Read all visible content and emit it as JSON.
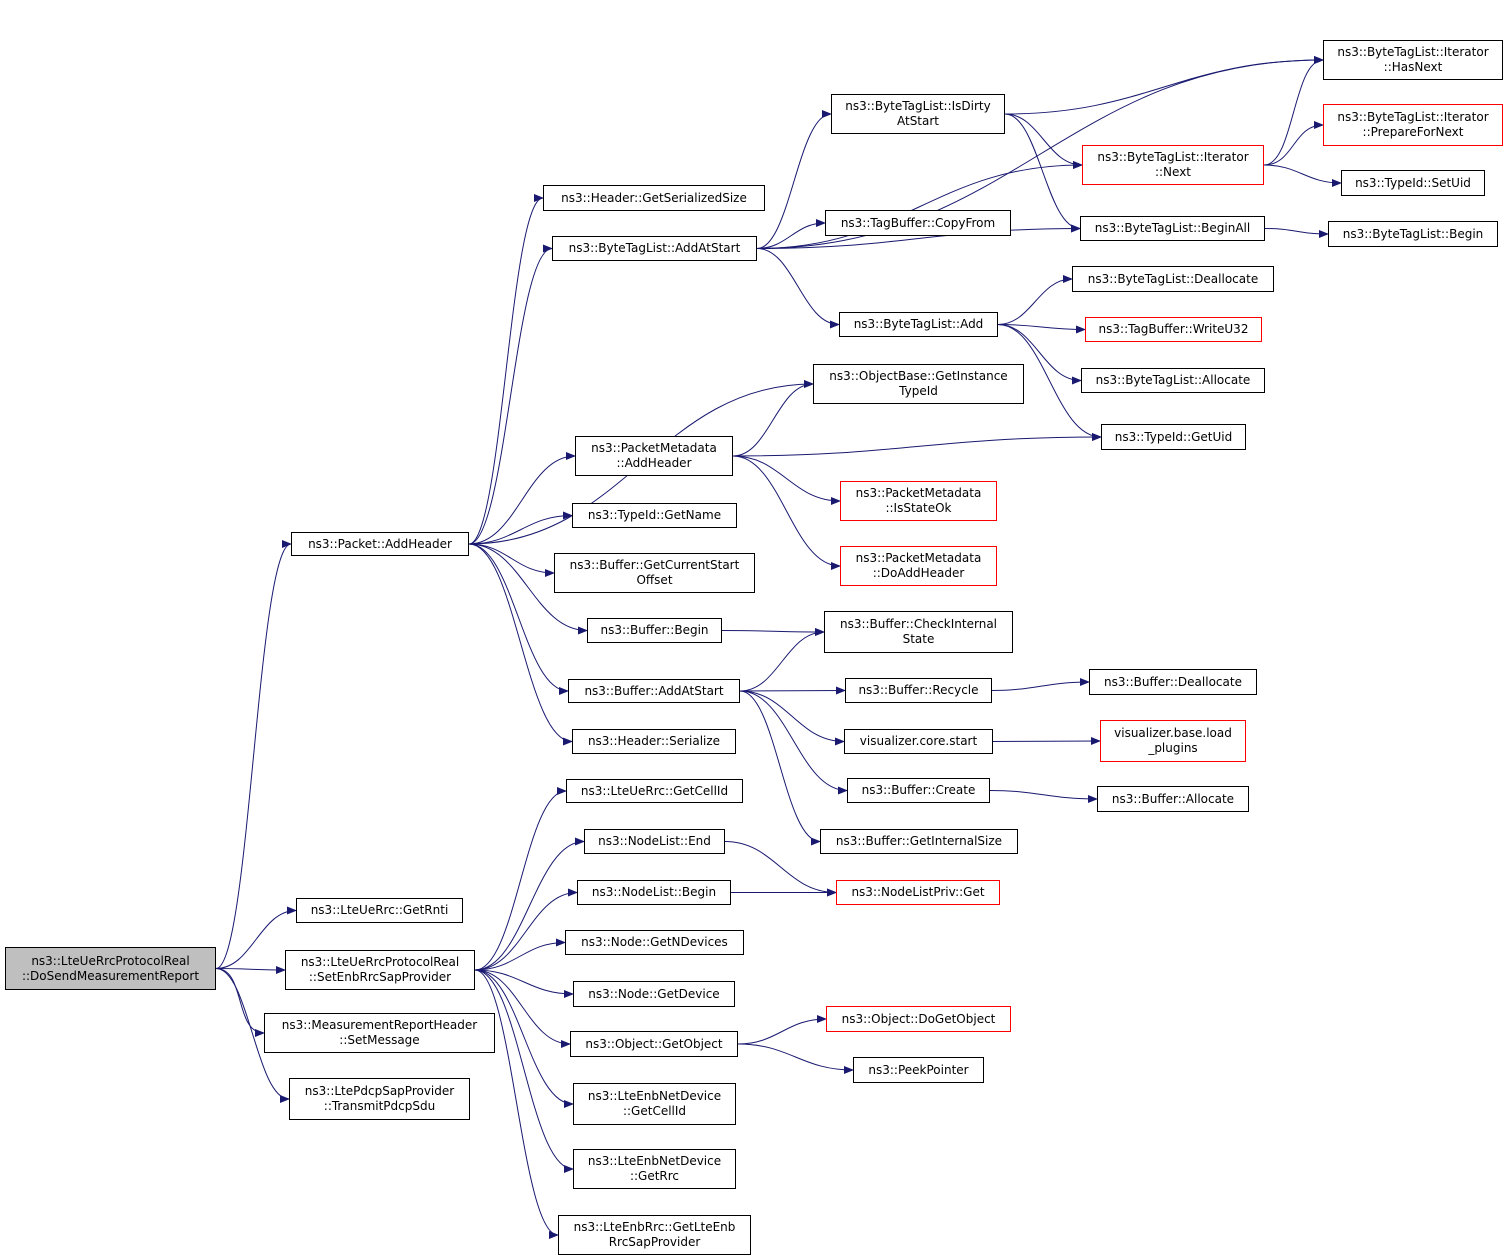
{
  "colors": {
    "edge": "#191970",
    "node_border": "#000000",
    "node_border_incomplete": "#ff0000",
    "root_fill": "#bfbfbf"
  },
  "nodes": {
    "root": {
      "lines": [
        "ns3::LteUeRrcProtocolReal",
        "::DoSendMeasurementReport"
      ]
    },
    "packet_addheader": {
      "lines": [
        "ns3::Packet::AddHeader"
      ]
    },
    "getrnti": {
      "lines": [
        "ns3::LteUeRrc::GetRnti"
      ]
    },
    "setenbrrc": {
      "lines": [
        "ns3::LteUeRrcProtocolReal",
        "::SetEnbRrcSapProvider"
      ]
    },
    "measreport": {
      "lines": [
        "ns3::MeasurementReportHeader",
        "::SetMessage"
      ]
    },
    "transmitpdcp": {
      "lines": [
        "ns3::LtePdcpSapProvider",
        "::TransmitPdcpSdu"
      ]
    },
    "header_getsize": {
      "lines": [
        "ns3::Header::GetSerializedSize"
      ]
    },
    "btl_addatstart": {
      "lines": [
        "ns3::ByteTagList::AddAtStart"
      ]
    },
    "objbase_gettypeid": {
      "lines": [
        "ns3::ObjectBase::GetInstance",
        "TypeId"
      ]
    },
    "pm_addheader": {
      "lines": [
        "ns3::PacketMetadata",
        "::AddHeader"
      ]
    },
    "typeid_getname": {
      "lines": [
        "ns3::TypeId::GetName"
      ]
    },
    "buf_getcurrentstart": {
      "lines": [
        "ns3::Buffer::GetCurrentStart",
        "Offset"
      ]
    },
    "buf_begin": {
      "lines": [
        "ns3::Buffer::Begin"
      ]
    },
    "buf_addatstart": {
      "lines": [
        "ns3::Buffer::AddAtStart"
      ]
    },
    "header_serialize": {
      "lines": [
        "ns3::Header::Serialize"
      ]
    },
    "btl_isdirty": {
      "lines": [
        "ns3::ByteTagList::IsDirty",
        "AtStart"
      ]
    },
    "tagbuf_copyfrom": {
      "lines": [
        "ns3::TagBuffer::CopyFrom"
      ]
    },
    "btl_add": {
      "lines": [
        "ns3::ByteTagList::Add"
      ]
    },
    "pm_isstateok": {
      "lines": [
        "ns3::PacketMetadata",
        "::IsStateOk"
      ]
    },
    "pm_doaddheader": {
      "lines": [
        "ns3::PacketMetadata",
        "::DoAddHeader"
      ]
    },
    "buf_checkinternal": {
      "lines": [
        "ns3::Buffer::CheckInternal",
        "State"
      ]
    },
    "buf_recycle": {
      "lines": [
        "ns3::Buffer::Recycle"
      ]
    },
    "viz_core_start": {
      "lines": [
        "visualizer.core.start"
      ]
    },
    "buf_create": {
      "lines": [
        "ns3::Buffer::Create"
      ]
    },
    "buf_getinternalsize": {
      "lines": [
        "ns3::Buffer::GetInternalSize"
      ]
    },
    "ueRrc_getcellid": {
      "lines": [
        "ns3::LteUeRrc::GetCellId"
      ]
    },
    "nodelist_end": {
      "lines": [
        "ns3::NodeList::End"
      ]
    },
    "nodelist_begin": {
      "lines": [
        "ns3::NodeList::Begin"
      ]
    },
    "node_getndevices": {
      "lines": [
        "ns3::Node::GetNDevices"
      ]
    },
    "node_getdevice": {
      "lines": [
        "ns3::Node::GetDevice"
      ]
    },
    "object_getobject": {
      "lines": [
        "ns3::Object::GetObject"
      ]
    },
    "enbnet_getcellid": {
      "lines": [
        "ns3::LteEnbNetDevice",
        "::GetCellId"
      ]
    },
    "enbnet_getrrc": {
      "lines": [
        "ns3::LteEnbNetDevice",
        "::GetRrc"
      ]
    },
    "enbrrc_getsap": {
      "lines": [
        "ns3::LteEnbRrc::GetLteEnb",
        "RrcSapProvider"
      ]
    },
    "it_hasnext": {
      "lines": [
        "ns3::ByteTagList::Iterator",
        "::HasNext"
      ]
    },
    "it_next": {
      "lines": [
        "ns3::ByteTagList::Iterator",
        "::Next"
      ]
    },
    "btl_beginall": {
      "lines": [
        "ns3::ByteTagList::BeginAll"
      ]
    },
    "btl_dealloc": {
      "lines": [
        "ns3::ByteTagList::Deallocate"
      ]
    },
    "tagbuf_writeu32": {
      "lines": [
        "ns3::TagBuffer::WriteU32"
      ]
    },
    "btl_allocate": {
      "lines": [
        "ns3::ByteTagList::Allocate"
      ]
    },
    "typeid_getuid": {
      "lines": [
        "ns3::TypeId::GetUid"
      ]
    },
    "buf_dealloc": {
      "lines": [
        "ns3::Buffer::Deallocate"
      ]
    },
    "viz_load_plugins": {
      "lines": [
        "visualizer.base.load",
        "_plugins"
      ]
    },
    "buf_allocate": {
      "lines": [
        "ns3::Buffer::Allocate"
      ]
    },
    "nodelistpriv_get": {
      "lines": [
        "ns3::NodeListPriv::Get"
      ]
    },
    "obj_dogetobject": {
      "lines": [
        "ns3::Object::DoGetObject"
      ]
    },
    "peekpointer": {
      "lines": [
        "ns3::PeekPointer"
      ]
    },
    "it_preparefornext": {
      "lines": [
        "ns3::ByteTagList::Iterator",
        "::PrepareForNext"
      ]
    },
    "typeid_setuid": {
      "lines": [
        "ns3::TypeId::SetUid"
      ]
    },
    "btl_begin": {
      "lines": [
        "ns3::ByteTagList::Begin"
      ]
    }
  },
  "edges": [
    [
      "root",
      "packet_addheader"
    ],
    [
      "root",
      "getrnti"
    ],
    [
      "root",
      "setenbrrc"
    ],
    [
      "root",
      "measreport"
    ],
    [
      "root",
      "transmitpdcp"
    ],
    [
      "packet_addheader",
      "header_getsize"
    ],
    [
      "packet_addheader",
      "btl_addatstart"
    ],
    [
      "packet_addheader",
      "objbase_gettypeid"
    ],
    [
      "packet_addheader",
      "pm_addheader"
    ],
    [
      "packet_addheader",
      "typeid_getname"
    ],
    [
      "packet_addheader",
      "buf_getcurrentstart"
    ],
    [
      "packet_addheader",
      "buf_begin"
    ],
    [
      "packet_addheader",
      "buf_addatstart"
    ],
    [
      "packet_addheader",
      "header_serialize"
    ],
    [
      "btl_addatstart",
      "it_hasnext"
    ],
    [
      "btl_addatstart",
      "btl_isdirty"
    ],
    [
      "btl_addatstart",
      "it_next"
    ],
    [
      "btl_addatstart",
      "tagbuf_copyfrom"
    ],
    [
      "btl_addatstart",
      "btl_beginall"
    ],
    [
      "btl_addatstart",
      "btl_add"
    ],
    [
      "btl_isdirty",
      "it_hasnext"
    ],
    [
      "btl_isdirty",
      "it_next"
    ],
    [
      "btl_isdirty",
      "btl_beginall"
    ],
    [
      "it_next",
      "it_hasnext"
    ],
    [
      "it_next",
      "it_preparefornext"
    ],
    [
      "it_next",
      "typeid_setuid"
    ],
    [
      "btl_beginall",
      "btl_begin"
    ],
    [
      "btl_add",
      "btl_dealloc"
    ],
    [
      "btl_add",
      "tagbuf_writeu32"
    ],
    [
      "btl_add",
      "btl_allocate"
    ],
    [
      "btl_add",
      "typeid_getuid"
    ],
    [
      "pm_addheader",
      "objbase_gettypeid"
    ],
    [
      "pm_addheader",
      "typeid_getuid"
    ],
    [
      "pm_addheader",
      "pm_isstateok"
    ],
    [
      "pm_addheader",
      "pm_doaddheader"
    ],
    [
      "buf_begin",
      "buf_checkinternal"
    ],
    [
      "buf_addatstart",
      "buf_checkinternal"
    ],
    [
      "buf_addatstart",
      "buf_recycle"
    ],
    [
      "buf_addatstart",
      "viz_core_start"
    ],
    [
      "buf_addatstart",
      "buf_create"
    ],
    [
      "buf_addatstart",
      "buf_getinternalsize"
    ],
    [
      "buf_recycle",
      "buf_dealloc"
    ],
    [
      "viz_core_start",
      "viz_load_plugins"
    ],
    [
      "buf_create",
      "buf_allocate"
    ],
    [
      "setenbrrc",
      "ueRrc_getcellid"
    ],
    [
      "setenbrrc",
      "nodelist_end"
    ],
    [
      "setenbrrc",
      "nodelist_begin"
    ],
    [
      "setenbrrc",
      "node_getndevices"
    ],
    [
      "setenbrrc",
      "node_getdevice"
    ],
    [
      "setenbrrc",
      "object_getobject"
    ],
    [
      "setenbrrc",
      "enbnet_getcellid"
    ],
    [
      "setenbrrc",
      "enbnet_getrrc"
    ],
    [
      "setenbrrc",
      "enbrrc_getsap"
    ],
    [
      "nodelist_end",
      "nodelistpriv_get"
    ],
    [
      "nodelist_begin",
      "nodelistpriv_get"
    ],
    [
      "object_getobject",
      "obj_dogetobject"
    ],
    [
      "object_getobject",
      "peekpointer"
    ]
  ]
}
